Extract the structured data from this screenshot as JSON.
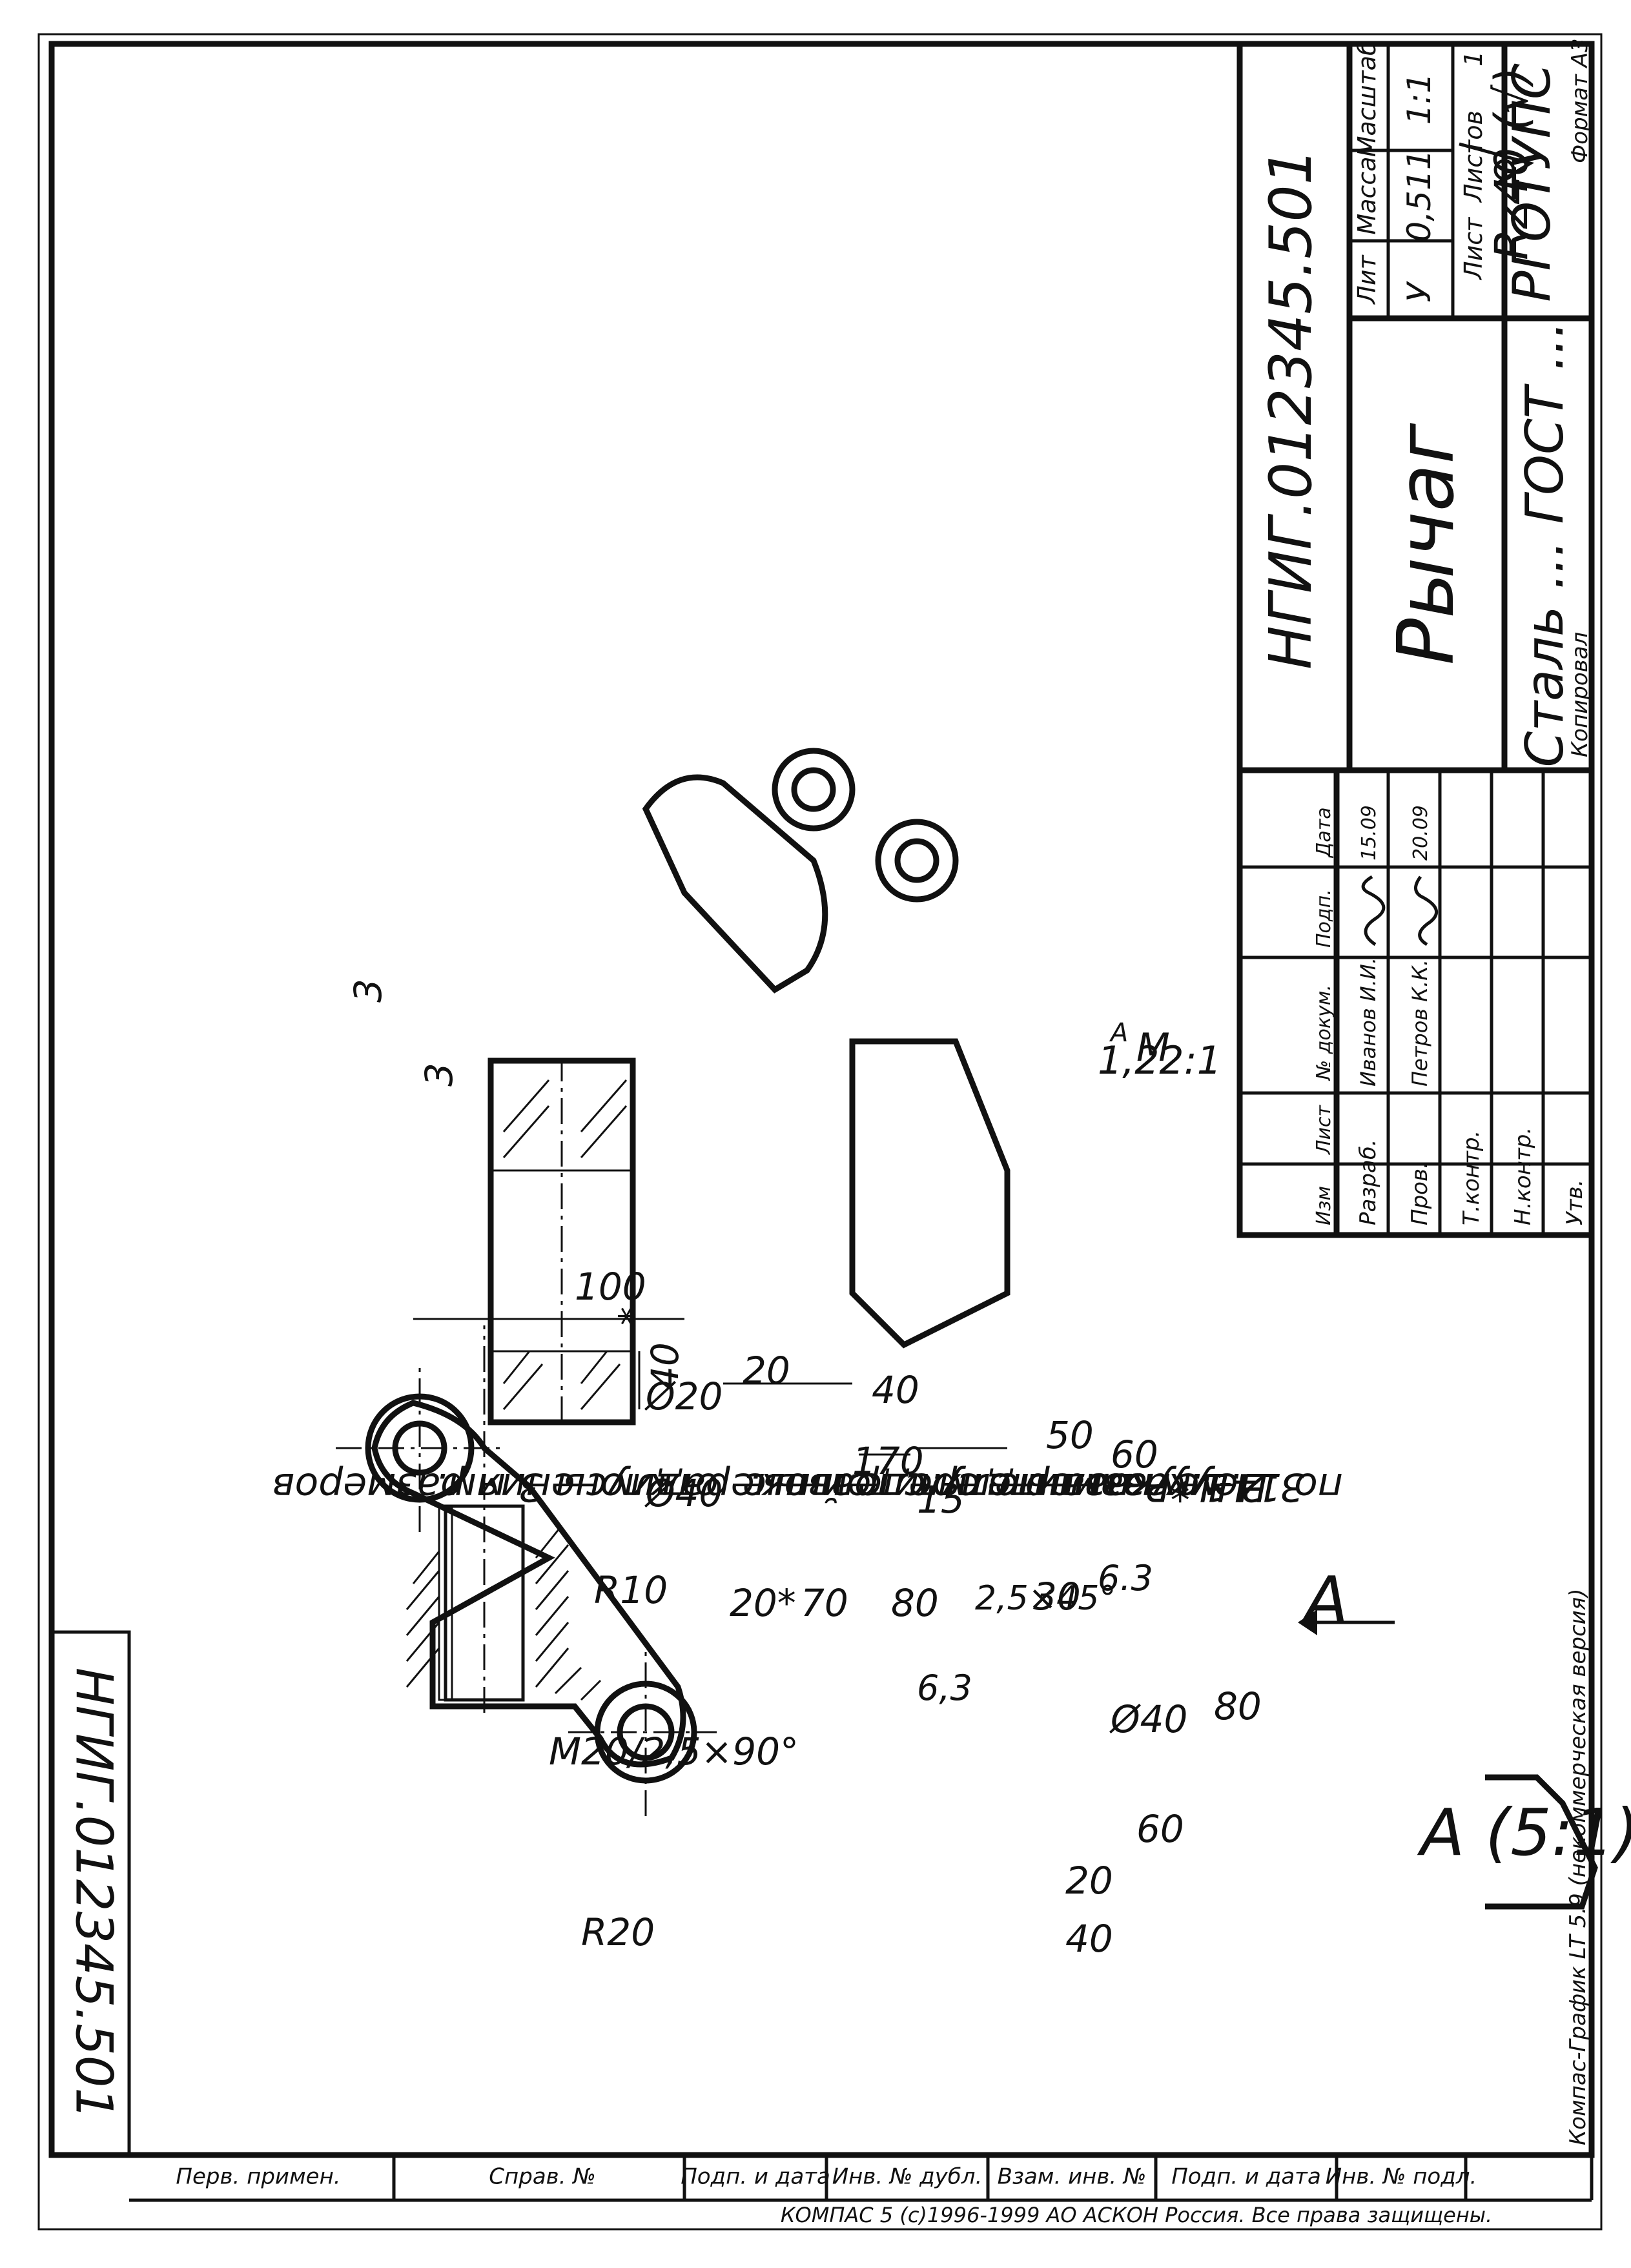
{
  "drawing": {
    "designation": "НГИГ.012345.501",
    "designation_rotated": "НГИГ.012345.501",
    "roughness": {
      "general": "Rz40",
      "other": "(√)",
      "machined": "6,3",
      "machined_alt": "6.3"
    },
    "dimensions": {
      "d100": "100",
      "d100_star": "*",
      "d20_hole": "Ø20",
      "d40_hole": "Ø40",
      "d40_top": "40",
      "r10": "R10",
      "m20": "M20/2,5×90°",
      "r20": "R20",
      "d20_star": "20*",
      "d70": "70",
      "d170": "170",
      "d80_right": "80",
      "chamfer": "2,5×45°",
      "d40_left": "40",
      "d20_left": "20",
      "d30": "30",
      "d40_bore": "Ø40",
      "d60": "60",
      "d80_bottom": "80",
      "d20_side": "20",
      "d40_side": "40",
      "d15": "15",
      "d50": "50",
      "d60_side": "60",
      "detail_3a": "3",
      "detail_3b": "3"
    },
    "view_label": "А",
    "detail_label": "А (5:1)",
    "mass_center": "M",
    "mass_center_sub": "A",
    "mass_center_value": "1,22:1",
    "notes": [
      "1.*Размер для справок.",
      "2.Неуказанные литейные радиусы 3 мм.",
      "3.Неуказанные предельные отклонения размеров",
      "по 14-му квалитету."
    ]
  },
  "title_block": {
    "designation": "НГИГ.012345.501",
    "name": "Рычаг",
    "material": "Сталь ... ГОСТ ...",
    "organization": "РГОТУПС",
    "headers": {
      "lit": "Лит",
      "mass": "Масса",
      "scale": "Масштаб"
    },
    "lit_value": "У",
    "mass_value": "0,511",
    "scale_value": "1:1",
    "sheet_label": "Лист",
    "sheets_label": "Листов",
    "sheets_value": "1",
    "copied": "Копировал",
    "format": "Формат   А3",
    "columns": {
      "izm": "Изм",
      "list": "Лист",
      "doc": "№ докум.",
      "sign": "Подп.",
      "date": "Дата"
    },
    "roles": [
      "Разраб.",
      "Пров.",
      "Т.контр.",
      "Н.контр.",
      "Утв."
    ],
    "names": [
      "Иванов И.И.",
      "Петров К.К."
    ],
    "dates": [
      "15.09",
      "20.09"
    ]
  },
  "side_stamp": {
    "perv_primen": "Перв. примен.",
    "sprav_no": "Справ. №",
    "podp_data_1": "Подп. и дата",
    "inv_dubl": "Инв. № дубл.",
    "vzam_inv": "Взам. инв. №",
    "podp_data_2": "Подп. и дата",
    "inv_podl": "Инв. № подл."
  },
  "software": {
    "version_line": "Компас-График LT 5.9 (некоммерческая версия)",
    "copyright_line": "КОМПАС 5 (с)1996-1999 АО АСКОН Россия. Все права защищены."
  }
}
